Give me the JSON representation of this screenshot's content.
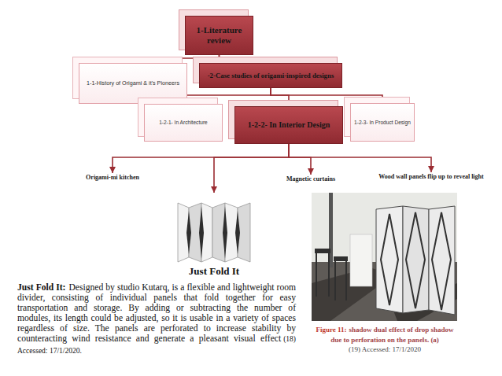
{
  "diagram": {
    "nodes": [
      {
        "text": [
          "1-Literature review"
        ]
      },
      {
        "text": [
          "1-1-History of Origami & it's Pioneers"
        ]
      },
      {
        "text": [
          "-2-Case studies of origami-inspired designs"
        ]
      },
      {
        "text": [
          "1-2-1- In Architecture"
        ]
      },
      {
        "text": [
          "1-2-2- In Interior Design"
        ]
      },
      {
        "text": [
          "1-2-3- In Product Design"
        ]
      },
      {
        "text": [
          "Origami-mi kitchen"
        ]
      },
      {
        "text": [
          "Just Fold It"
        ]
      },
      {
        "text": [
          "Magnetic curtains"
        ]
      },
      {
        "text": [
          "Wood wall panels flip up to reveal light"
        ]
      }
    ],
    "edges": [
      {
        "from": 0,
        "to": 1,
        "arrow": "none"
      },
      {
        "from": 0,
        "to": 2,
        "arrow": "none"
      },
      {
        "from": 2,
        "to": 3,
        "arrow": "none"
      },
      {
        "from": 2,
        "to": 4,
        "arrow": "none"
      },
      {
        "from": 2,
        "to": 5,
        "arrow": "none"
      },
      {
        "from": 4,
        "to": 6,
        "arrow": "to"
      },
      {
        "from": 4,
        "to": 7,
        "arrow": "to"
      },
      {
        "from": 4,
        "to": 8,
        "arrow": "to"
      },
      {
        "from": 4,
        "to": 9,
        "arrow": "to"
      }
    ],
    "labels": [
      "Just Fold It:",
      "Designed by studio Kutarq, is a flexible and lightweight room divider, consisting of individual panels that fold together for easy transportation and storage. By adding or subtracting the number of modules, its length could be adjusted, so it is usable in a variety of spaces regardless of size. The panels are perforated to increase stability by counteracting wind resistance and generate a pleasant visual effect",
      "(18) Accessed: 17/1/2020.",
      "Figure 11:",
      "shadow dual effect of drop shadow due to perforation on the panels. (a)",
      "(19) Accessed: 17/1/2020"
    ]
  }
}
